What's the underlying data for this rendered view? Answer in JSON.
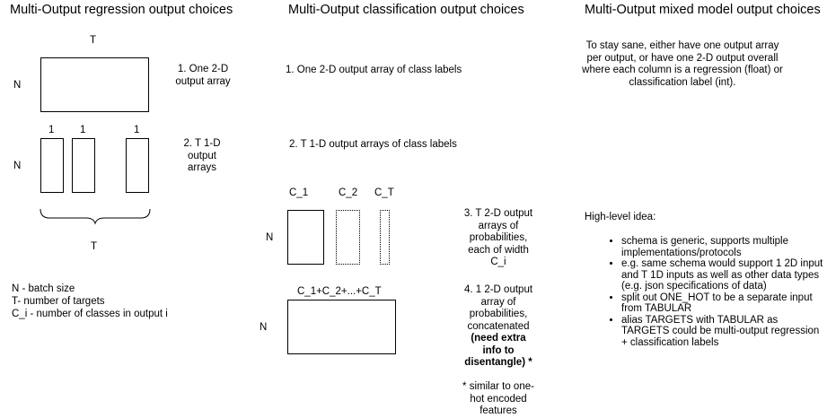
{
  "headers": {
    "regression": "Multi-Output regression output choices",
    "classification": "Multi-Output classification output choices",
    "mixed": "Multi-Output mixed model output choices"
  },
  "regression": {
    "dim_t_top": "T",
    "dim_n_1": "N",
    "option1": "1. One 2-D\noutput array",
    "ones": [
      "1",
      "1",
      "1"
    ],
    "dim_n_2": "N",
    "option2": "2. T 1-D\noutput\narrays",
    "dim_t_bottom": "T",
    "legend": [
      "N - batch size",
      "T- number of targets",
      "C_i - number of classes in output i"
    ]
  },
  "classification": {
    "option1": "1. One 2-D output array of class labels",
    "option2": "2. T 1-D output arrays of class labels",
    "col_labels": [
      "C_1",
      "C_2",
      "C_T"
    ],
    "dim_n_1": "N",
    "option3": "3. T 2-D output\narrays of\nprobabilities,\neach of width\nC_i",
    "concat_label": "C_1+C_2+...+C_T",
    "dim_n_2": "N",
    "option4_plain": "4. 1 2-D output\narray of\nprobabilities,\nconcatenated",
    "option4_bold": "(need extra\ninfo to\ndisentangle) *",
    "footnote": "* similar to one-\nhot encoded\nfeatures"
  },
  "mixed": {
    "description": "To stay sane, either have one output array\nper output, or have one 2-D output overall\nwhere each column is a regression (float) or\nclassification label (int).",
    "idea_heading": "High-level idea:",
    "ideas": [
      "schema is generic, supports multiple implementations/protocols",
      "e.g. same schema would support 1 2D input and T 1D inputs as well as other data types (e.g. json specifications of data)",
      "split out ONE_HOT to be a separate input from TABULAR",
      "alias TARGETS with TABULAR as TARGETS could be multi-output regression + classification labels"
    ]
  }
}
